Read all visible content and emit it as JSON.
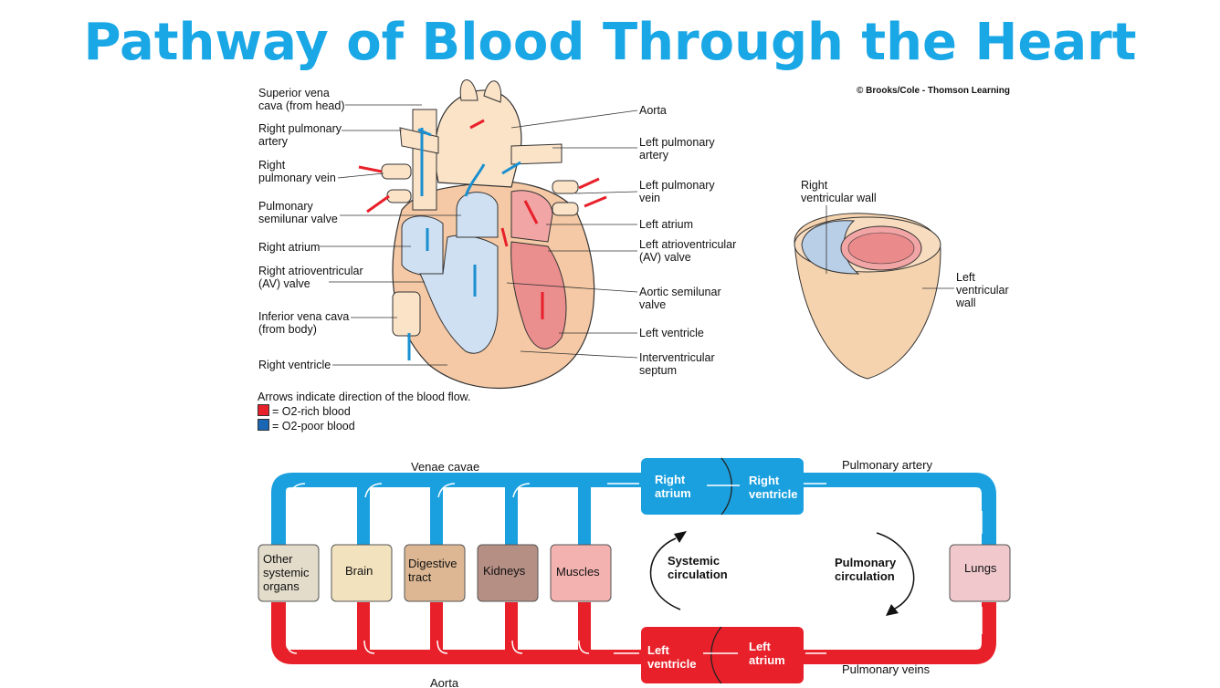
{
  "title": "Pathway of Blood Through the Heart",
  "credit": "© Brooks/Cole - Thomson Learning",
  "heart_labels_left": {
    "svc1": "Superior vena",
    "svc2": "cava (from head)",
    "rpa1": "Right pulmonary",
    "rpa2": "artery",
    "rpv1": "Right",
    "rpv2": "pulmonary vein",
    "psv1": "Pulmonary",
    "psv2": "semilunar valve",
    "ra": "Right atrium",
    "rav1": "Right atrioventricular",
    "rav2": "(AV) valve",
    "ivc1": "Inferior vena cava",
    "ivc2": "(from body)",
    "rv": "Right ventricle"
  },
  "heart_labels_right": {
    "aorta": "Aorta",
    "lpa1": "Left pulmonary",
    "lpa2": "artery",
    "lpv1": "Left pulmonary",
    "lpv2": "vein",
    "la": "Left atrium",
    "lav1": "Left atrioventricular",
    "lav2": "(AV) valve",
    "asv1": "Aortic semilunar",
    "asv2": "valve",
    "lv": "Left ventricle",
    "ivs1": "Interventricular",
    "ivs2": "septum"
  },
  "section_labels": {
    "rvw1": "Right",
    "rvw2": "ventricular wall",
    "lvw1": "Left",
    "lvw2": "ventricular",
    "lvw3": "wall"
  },
  "legend": {
    "caption": "Arrows indicate direction of the blood flow.",
    "rich": "= O2-rich blood",
    "poor": "= O2-poor blood"
  },
  "colors": {
    "oxygen_rich": "#e8202a",
    "oxygen_poor": "#1aa0df",
    "title": "#1aa7e6"
  },
  "circulation": {
    "venae_cavae": "Venae cavae",
    "pulmonary_artery": "Pulmonary artery",
    "pulmonary_veins": "Pulmonary veins",
    "aorta": "Aorta",
    "right_atrium1": "Right",
    "right_atrium2": "atrium",
    "right_ventricle1": "Right",
    "right_ventricle2": "ventricle",
    "left_ventricle1": "Left",
    "left_ventricle2": "ventricle",
    "left_atrium1": "Left",
    "left_atrium2": "atrium",
    "systemic1": "Systemic",
    "systemic2": "circulation",
    "pulmonary1": "Pulmonary",
    "pulmonary2": "circulation",
    "organs": [
      {
        "l1": "Other",
        "l2": "systemic",
        "l3": "organs",
        "color": "#e3dccb"
      },
      {
        "l1": "Brain",
        "color": "#f2e2bd"
      },
      {
        "l1": "Digestive",
        "l2": "tract",
        "color": "#ddb793"
      },
      {
        "l1": "Kidneys",
        "color": "#b58e84"
      },
      {
        "l1": "Muscles",
        "color": "#f3b2b0"
      }
    ],
    "lungs": "Lungs"
  }
}
